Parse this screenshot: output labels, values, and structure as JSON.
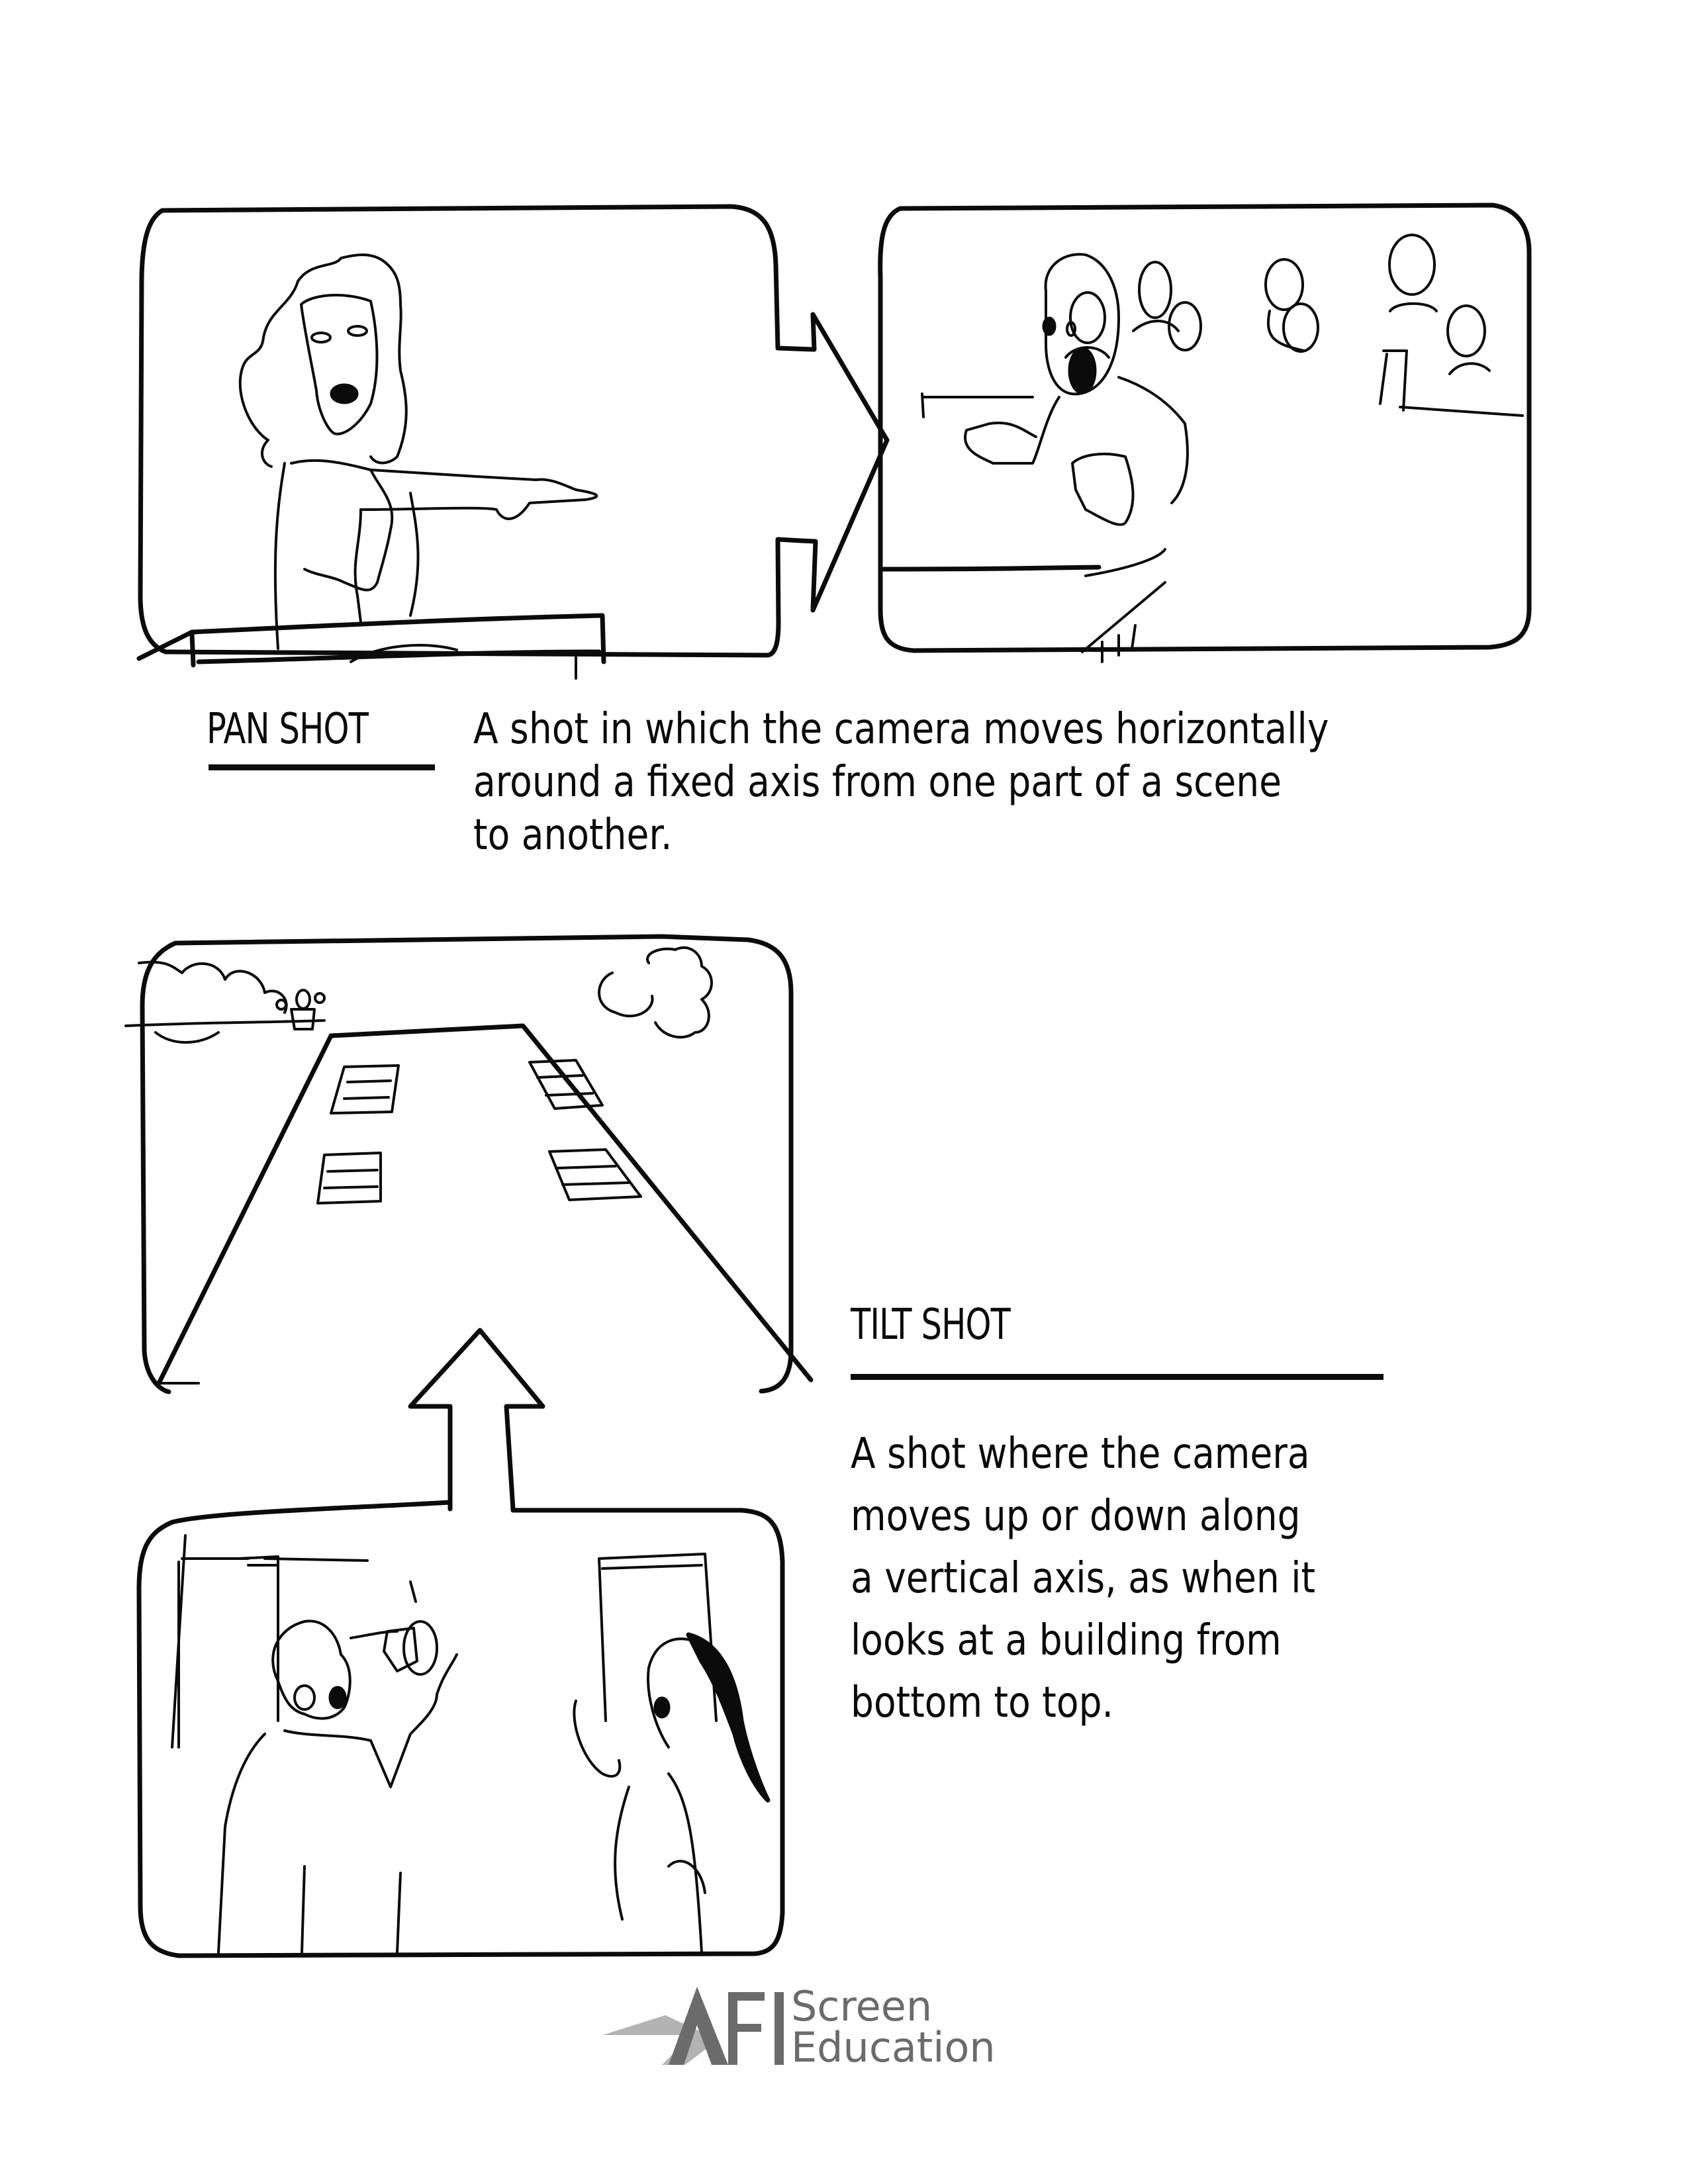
{
  "pan_shot": {
    "term": "PAN SHOT",
    "definition_lines": [
      "A shot in which the camera moves horizontally",
      "around a fixed axis from one part of a scene",
      "to another."
    ],
    "panels": [
      {
        "label": "Woman pointing from a podium"
      },
      {
        "label": "Startled man at table with audience behind"
      }
    ],
    "arrow_direction": "right"
  },
  "tilt_shot": {
    "term": "TILT SHOT",
    "definition_lines": [
      "A shot where the camera",
      "moves up or down along",
      "a vertical axis, as when it",
      "looks at a building from",
      "bottom to top."
    ],
    "panels": [
      {
        "label": "Building viewed from below with figure on roof"
      },
      {
        "label": "Man and woman looking up in alarm"
      }
    ],
    "arrow_direction": "up"
  },
  "logo": {
    "mark": "AFI",
    "line1": "Screen",
    "line2": "Education",
    "color": "#6b6b6b",
    "accent": "#b0b0b0"
  }
}
